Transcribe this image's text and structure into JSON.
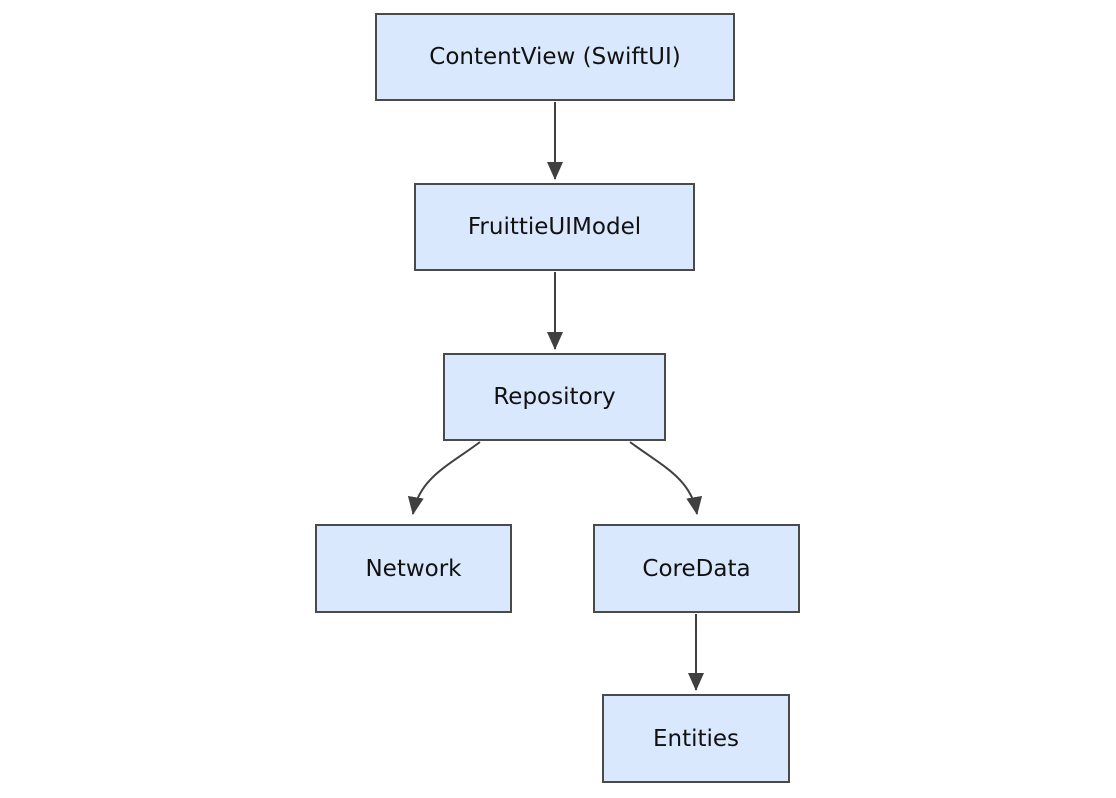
{
  "diagram": {
    "type": "flowchart",
    "direction": "top-down",
    "nodes": [
      {
        "id": "contentview",
        "label": "ContentView (SwiftUI)"
      },
      {
        "id": "uimodel",
        "label": "FruittieUIModel"
      },
      {
        "id": "repository",
        "label": "Repository"
      },
      {
        "id": "network",
        "label": "Network"
      },
      {
        "id": "coredata",
        "label": "CoreData"
      },
      {
        "id": "entities",
        "label": "Entities"
      }
    ],
    "edges": [
      {
        "from": "ContentView (SwiftUI)",
        "to": "FruittieUIModel",
        "style": "straight-arrow"
      },
      {
        "from": "FruittieUIModel",
        "to": "Repository",
        "style": "straight-arrow"
      },
      {
        "from": "Repository",
        "to": "Network",
        "style": "curved-arrow"
      },
      {
        "from": "Repository",
        "to": "CoreData",
        "style": "curved-arrow"
      },
      {
        "from": "CoreData",
        "to": "Entities",
        "style": "straight-arrow"
      }
    ],
    "colors": {
      "background": "#ffffff",
      "node_fill": "#d9e8fd",
      "node_border": "#4a4a4a",
      "edge": "#404040",
      "text": "#111111"
    }
  }
}
